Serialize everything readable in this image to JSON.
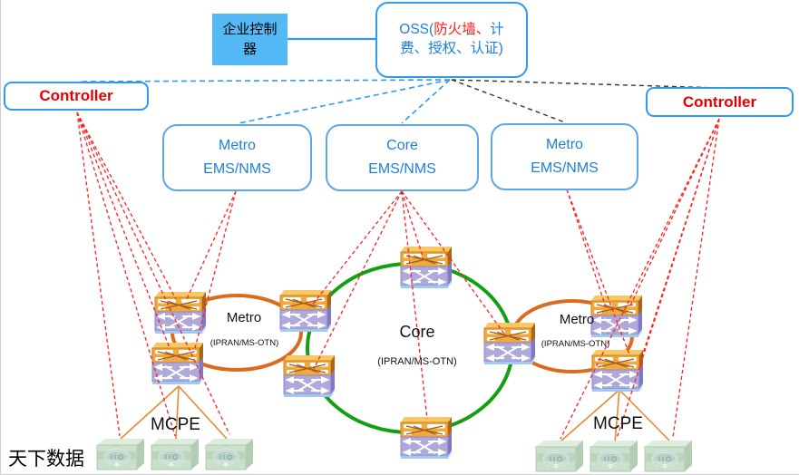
{
  "diagram_title": "network-management-topology",
  "nodes": {
    "enterprise_controller": {
      "label": "企业控制器"
    },
    "oss": {
      "part1": "OSS(",
      "part2": "防火墙、",
      "part3": "计费、授权、认证)"
    },
    "controller_left": {
      "label": "Controller"
    },
    "controller_right": {
      "label": "Controller"
    },
    "ems": [
      {
        "line1": "Metro",
        "line2": "EMS/NMS"
      },
      {
        "line1": "Core",
        "line2": "EMS/NMS"
      },
      {
        "line1": "Metro",
        "line2": "EMS/NMS"
      }
    ]
  },
  "rings": [
    {
      "name": "metro-left",
      "label": "Metro",
      "sublabel": "(IPRAN/MS-OTN)",
      "color": "#DD6B1E"
    },
    {
      "name": "core",
      "label": "Core",
      "sublabel": "(IPRAN/MS-OTN)",
      "color": "#12A012"
    },
    {
      "name": "metro-right",
      "label": "Metro",
      "sublabel": "(IPRAN/MS-OTN)",
      "color": "#DD6B1E"
    }
  ],
  "labels": {
    "mcpe_left": "MCPE",
    "mcpe_right": "MCPE",
    "watermark": "天下数据"
  },
  "icons": {
    "device": "otn-switch-icon",
    "cpe": "cpe-device-icon"
  },
  "colors": {
    "box_border_blue": "#2E9BF0",
    "text_blue": "#1E7FD6",
    "controller_red": "#E60000",
    "link_red_dashed": "#FF1F1F",
    "link_blue_dashed": "#2E9BF0",
    "link_black_dashed": "#333333",
    "ring_orange": "#DD6B1E",
    "ring_green": "#12A012",
    "access_link_orange": "#E8882F",
    "enterprise_fill": "#54B9F5"
  }
}
